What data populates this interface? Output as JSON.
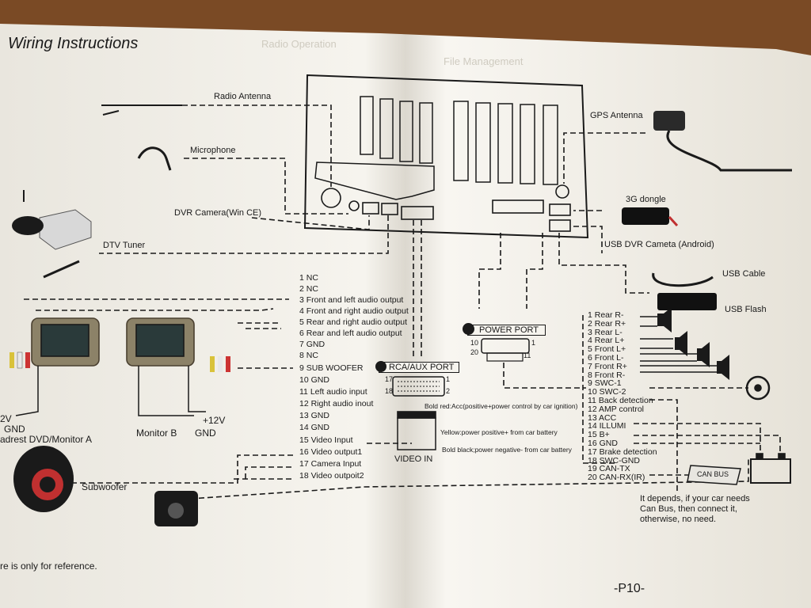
{
  "page": {
    "title": "Wiring Instructions",
    "footer_note": "re is only for reference.",
    "page_number": "-P10-",
    "faint_heading": "Radio Operation",
    "faint_heading2": "File Management"
  },
  "devices": {
    "radio_antenna": "Radio Antenna",
    "microphone": "Microphone",
    "dvr_camera": "DVR Camera(Win CE)",
    "dtv_tuner": "DTV Tuner",
    "gps_antenna": "GPS Antenna",
    "dongle_3g": "3G dongle",
    "usb_dvr": "USB DVR Cameta (Android)",
    "usb_cable": "USB Cable",
    "usb_flash": "USB Flash",
    "headrest_left": "adrest DVD/Monitor A",
    "monitor_b": "Monitor B",
    "gnd_b": "GND",
    "v12_b": "+12V",
    "v12_a": "2V",
    "gnd_a": "GND",
    "subwoofer": "Subwoofer",
    "can_bus": "CAN BUS",
    "can_note": [
      "It depends, if your car needs",
      "Can Bus, then connect it,",
      "otherwise, no need."
    ]
  },
  "rca_port": {
    "title": "RCA/AUX PORT",
    "pin_17": "17",
    "pin_1": "1",
    "pin_18": "18",
    "pin_2": "2",
    "video_in": "VIDEO IN",
    "pins": [
      "1 NC",
      "2 NC",
      "3 Front and left audio output",
      "4 Front and right audio output",
      "5 Rear and right audio output",
      "6 Rear and left audio output",
      "7 GND",
      "8 NC",
      "9 SUB WOOFER",
      "10 GND",
      "11 Left audio input",
      "12 Right audio inout",
      "13 GND",
      "14 GND",
      "15 Video Input",
      "16 Video output1",
      "17 Camera Input",
      "18 Video outpoit2"
    ]
  },
  "power_port": {
    "title": "POWER PORT",
    "pin_10": "10",
    "pin_1": "1",
    "pin_20": "20",
    "pin_11": "11",
    "notes": [
      "Bold red:Acc(positive+power control by car ignition)",
      "Yellow:power positive+ from car battery",
      "Bold black;power negative- from car battery"
    ],
    "pins": [
      "1 Rear R-",
      "2 Rear R+",
      "3 Rear L-",
      "4 Rear L+",
      "5 Front L+",
      "6 Front L-",
      "7 Front R+",
      "8 Front R-",
      "9 SWC-1",
      "10 SWC-2",
      "11 Back detection",
      "12 AMP control",
      "13 ACC",
      "14 ILLUMI",
      "15 B+",
      "16 GND",
      "17 Brake detection",
      "18 SWC-GND",
      "19 CAN-TX",
      "20 CAN-RX(IR)"
    ]
  },
  "colors": {
    "wood": "#7a4a25",
    "paper": "#f4f2ec",
    "ink": "#1a1a1a"
  }
}
